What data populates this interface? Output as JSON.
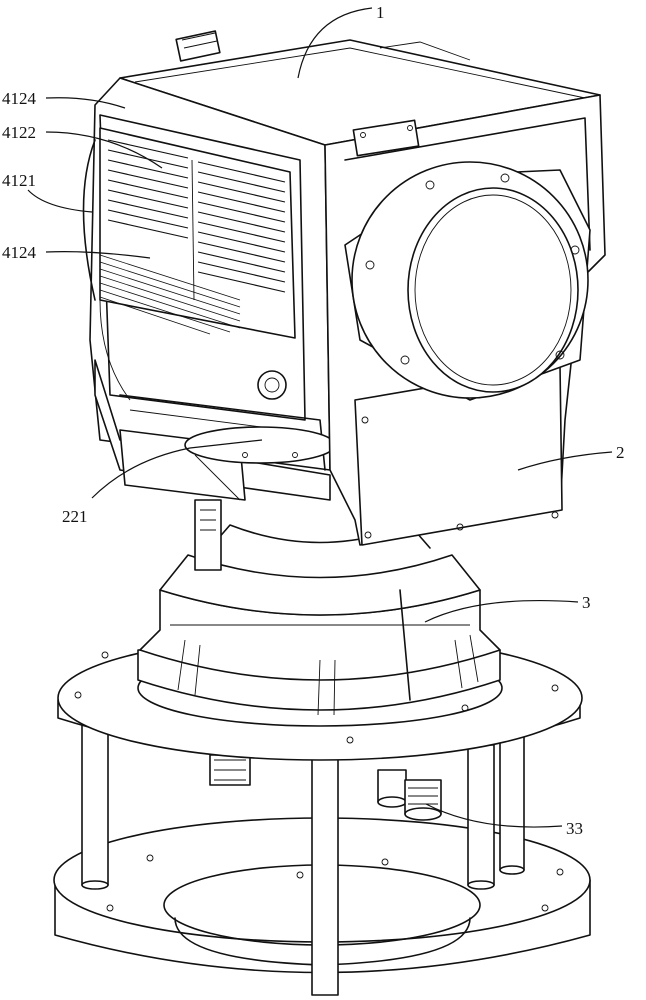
{
  "labels": {
    "l1": "1",
    "l4124a": "4124",
    "l4122": "4122",
    "l4121": "4121",
    "l4124b": "4124",
    "l2": "2",
    "l221": "221",
    "l3": "3",
    "l33": "33"
  }
}
